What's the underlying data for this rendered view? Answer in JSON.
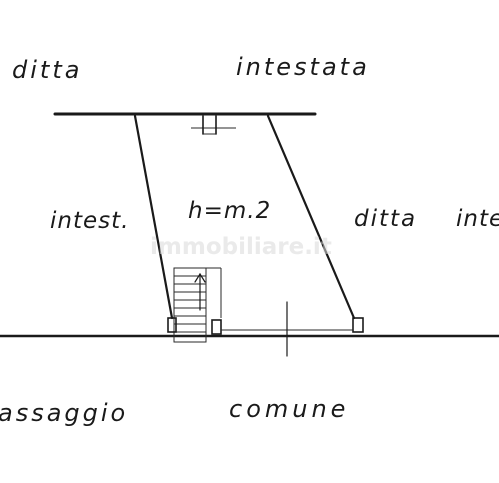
{
  "labels": {
    "top_left": "ditta",
    "top_center": "intestata",
    "left": "intest.",
    "height": "h=m.2",
    "right_1": "ditta",
    "right_2": "inte",
    "bottom_left": "assaggio",
    "bottom_center": "comune"
  },
  "watermark": "immobiliare.it",
  "colors": {
    "ink": "#1a1a1a",
    "background": "#ffffff",
    "watermark": "#d9d9d9"
  }
}
